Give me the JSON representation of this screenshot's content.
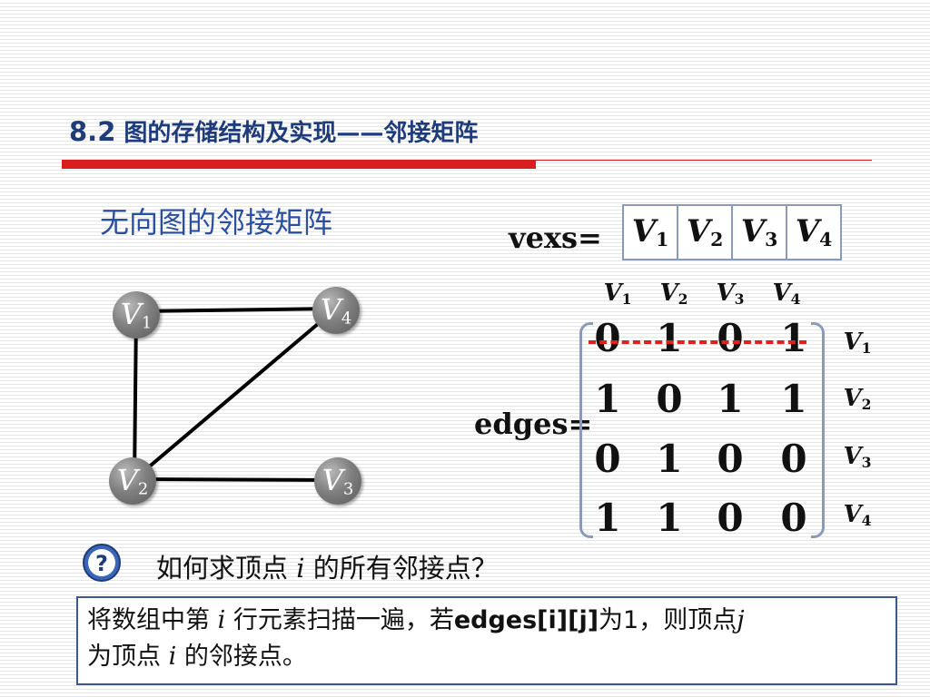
{
  "title": {
    "number": "8.2",
    "text": " 图的存储结构及实现——邻接矩阵"
  },
  "subtitle": "无向图的邻接矩阵",
  "vexs": {
    "label": "vexs=",
    "items": [
      "V",
      "V",
      "V",
      "V"
    ],
    "subs": [
      "1",
      "2",
      "3",
      "4"
    ]
  },
  "graph": {
    "vertices": [
      "V1",
      "V2",
      "V3",
      "V4"
    ],
    "edges": [
      [
        "V1",
        "V2"
      ],
      [
        "V1",
        "V4"
      ],
      [
        "V2",
        "V4"
      ],
      [
        "V2",
        "V3"
      ]
    ]
  },
  "matrix": {
    "label": "edges=",
    "col_headers": [
      "V1",
      "V2",
      "V3",
      "V4"
    ],
    "row_headers": [
      "V1",
      "V2",
      "V3",
      "V4"
    ],
    "rows": [
      [
        "0",
        "1",
        "0",
        "1"
      ],
      [
        "1",
        "0",
        "1",
        "1"
      ],
      [
        "0",
        "1",
        "0",
        "0"
      ],
      [
        "1",
        "1",
        "0",
        "0"
      ]
    ]
  },
  "question": {
    "before": "如何求顶点 ",
    "var": "i",
    "after": " 的所有邻接点？"
  },
  "answer": {
    "p1": "将数组中第 ",
    "var_i": "i",
    "p2": " 行元素扫描一遍，若",
    "code": "edges[i][j]",
    "p3": "为1，则顶点",
    "var_j": "j",
    "p4": "为顶点 ",
    "var_i2": "i",
    "p5": " 的邻接点。"
  },
  "colors": {
    "title": "#1f3c7a",
    "accent_red": "#d81e1e",
    "subtitle": "#2a4fa0",
    "border": "#8a9bb8"
  }
}
